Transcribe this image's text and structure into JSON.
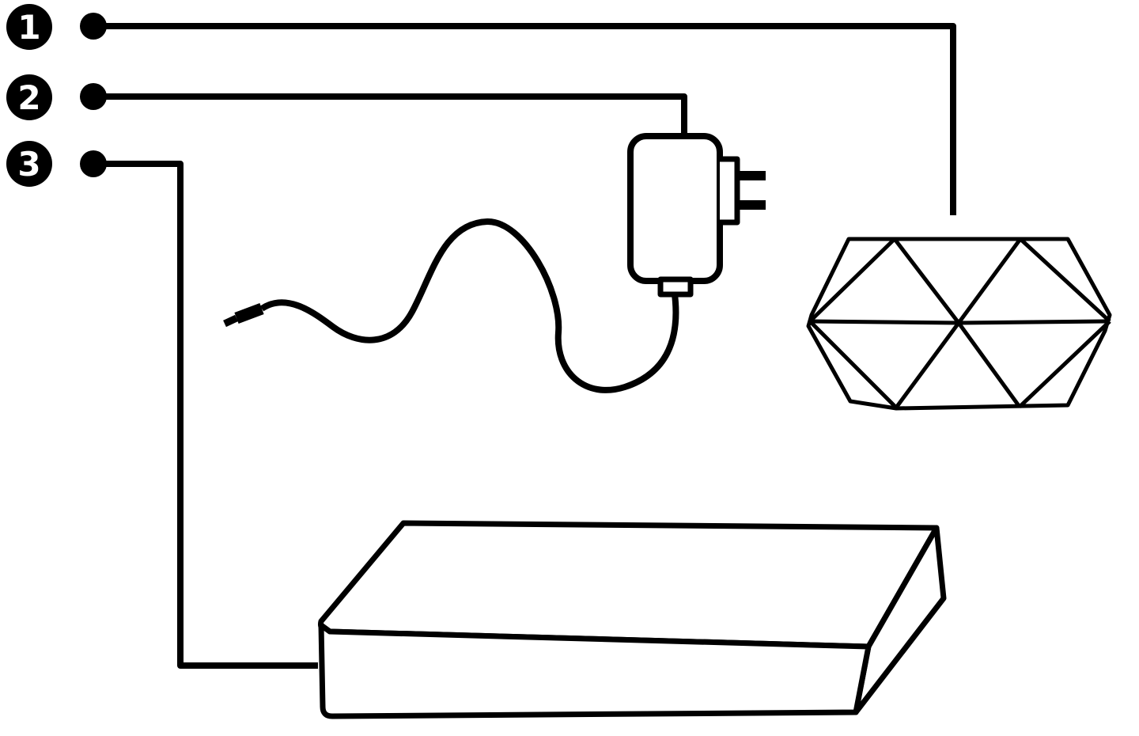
{
  "diagram": {
    "title": "device-setup-callout-diagram",
    "callouts": [
      {
        "label": "1"
      },
      {
        "label": "2"
      },
      {
        "label": "3"
      }
    ],
    "colors": {
      "line": "#000000",
      "background": "#ffffff"
    }
  }
}
